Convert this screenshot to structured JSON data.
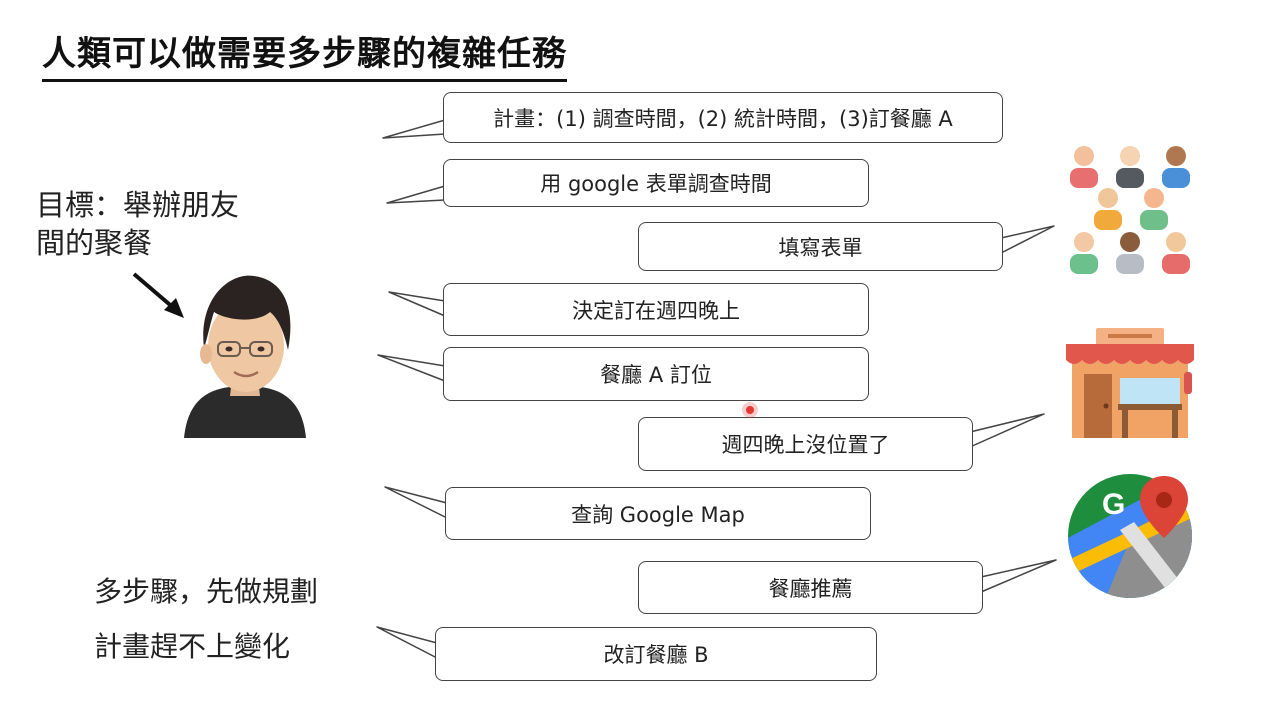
{
  "title": "人類可以做需要多步驟的複雜任務",
  "goal": {
    "line1": "目標：舉辦朋友",
    "line2": "間的聚餐"
  },
  "notes": {
    "multi_step": "多步驟，先做規劃",
    "plan_vs_change": "計畫趕不上變化"
  },
  "bubbles": [
    {
      "id": "plan",
      "text": "計畫：(1) 調查時間，(2) 統計時間，(3)訂餐廳 A",
      "speaker": "agent"
    },
    {
      "id": "survey",
      "text": "用 google 表單調查時間",
      "speaker": "agent"
    },
    {
      "id": "fill",
      "text": "填寫表單",
      "speaker": "friends"
    },
    {
      "id": "decide",
      "text": "決定訂在週四晚上",
      "speaker": "agent"
    },
    {
      "id": "reserve",
      "text": "餐廳 A 訂位",
      "speaker": "agent"
    },
    {
      "id": "full",
      "text": "週四晚上沒位置了",
      "speaker": "restaurant"
    },
    {
      "id": "query",
      "text": "查詢 Google Map",
      "speaker": "agent"
    },
    {
      "id": "recommend",
      "text": "餐廳推薦",
      "speaker": "maps"
    },
    {
      "id": "rebook",
      "text": "改訂餐廳 B",
      "speaker": "agent"
    }
  ],
  "icons": {
    "friends": "group-of-people-icon",
    "restaurant": "restaurant-storefront-icon",
    "maps": "google-maps-icon",
    "avatar": "person-avatar"
  },
  "colors": {
    "text": "#222222",
    "border": "#444444",
    "cursor": "#e53935"
  }
}
